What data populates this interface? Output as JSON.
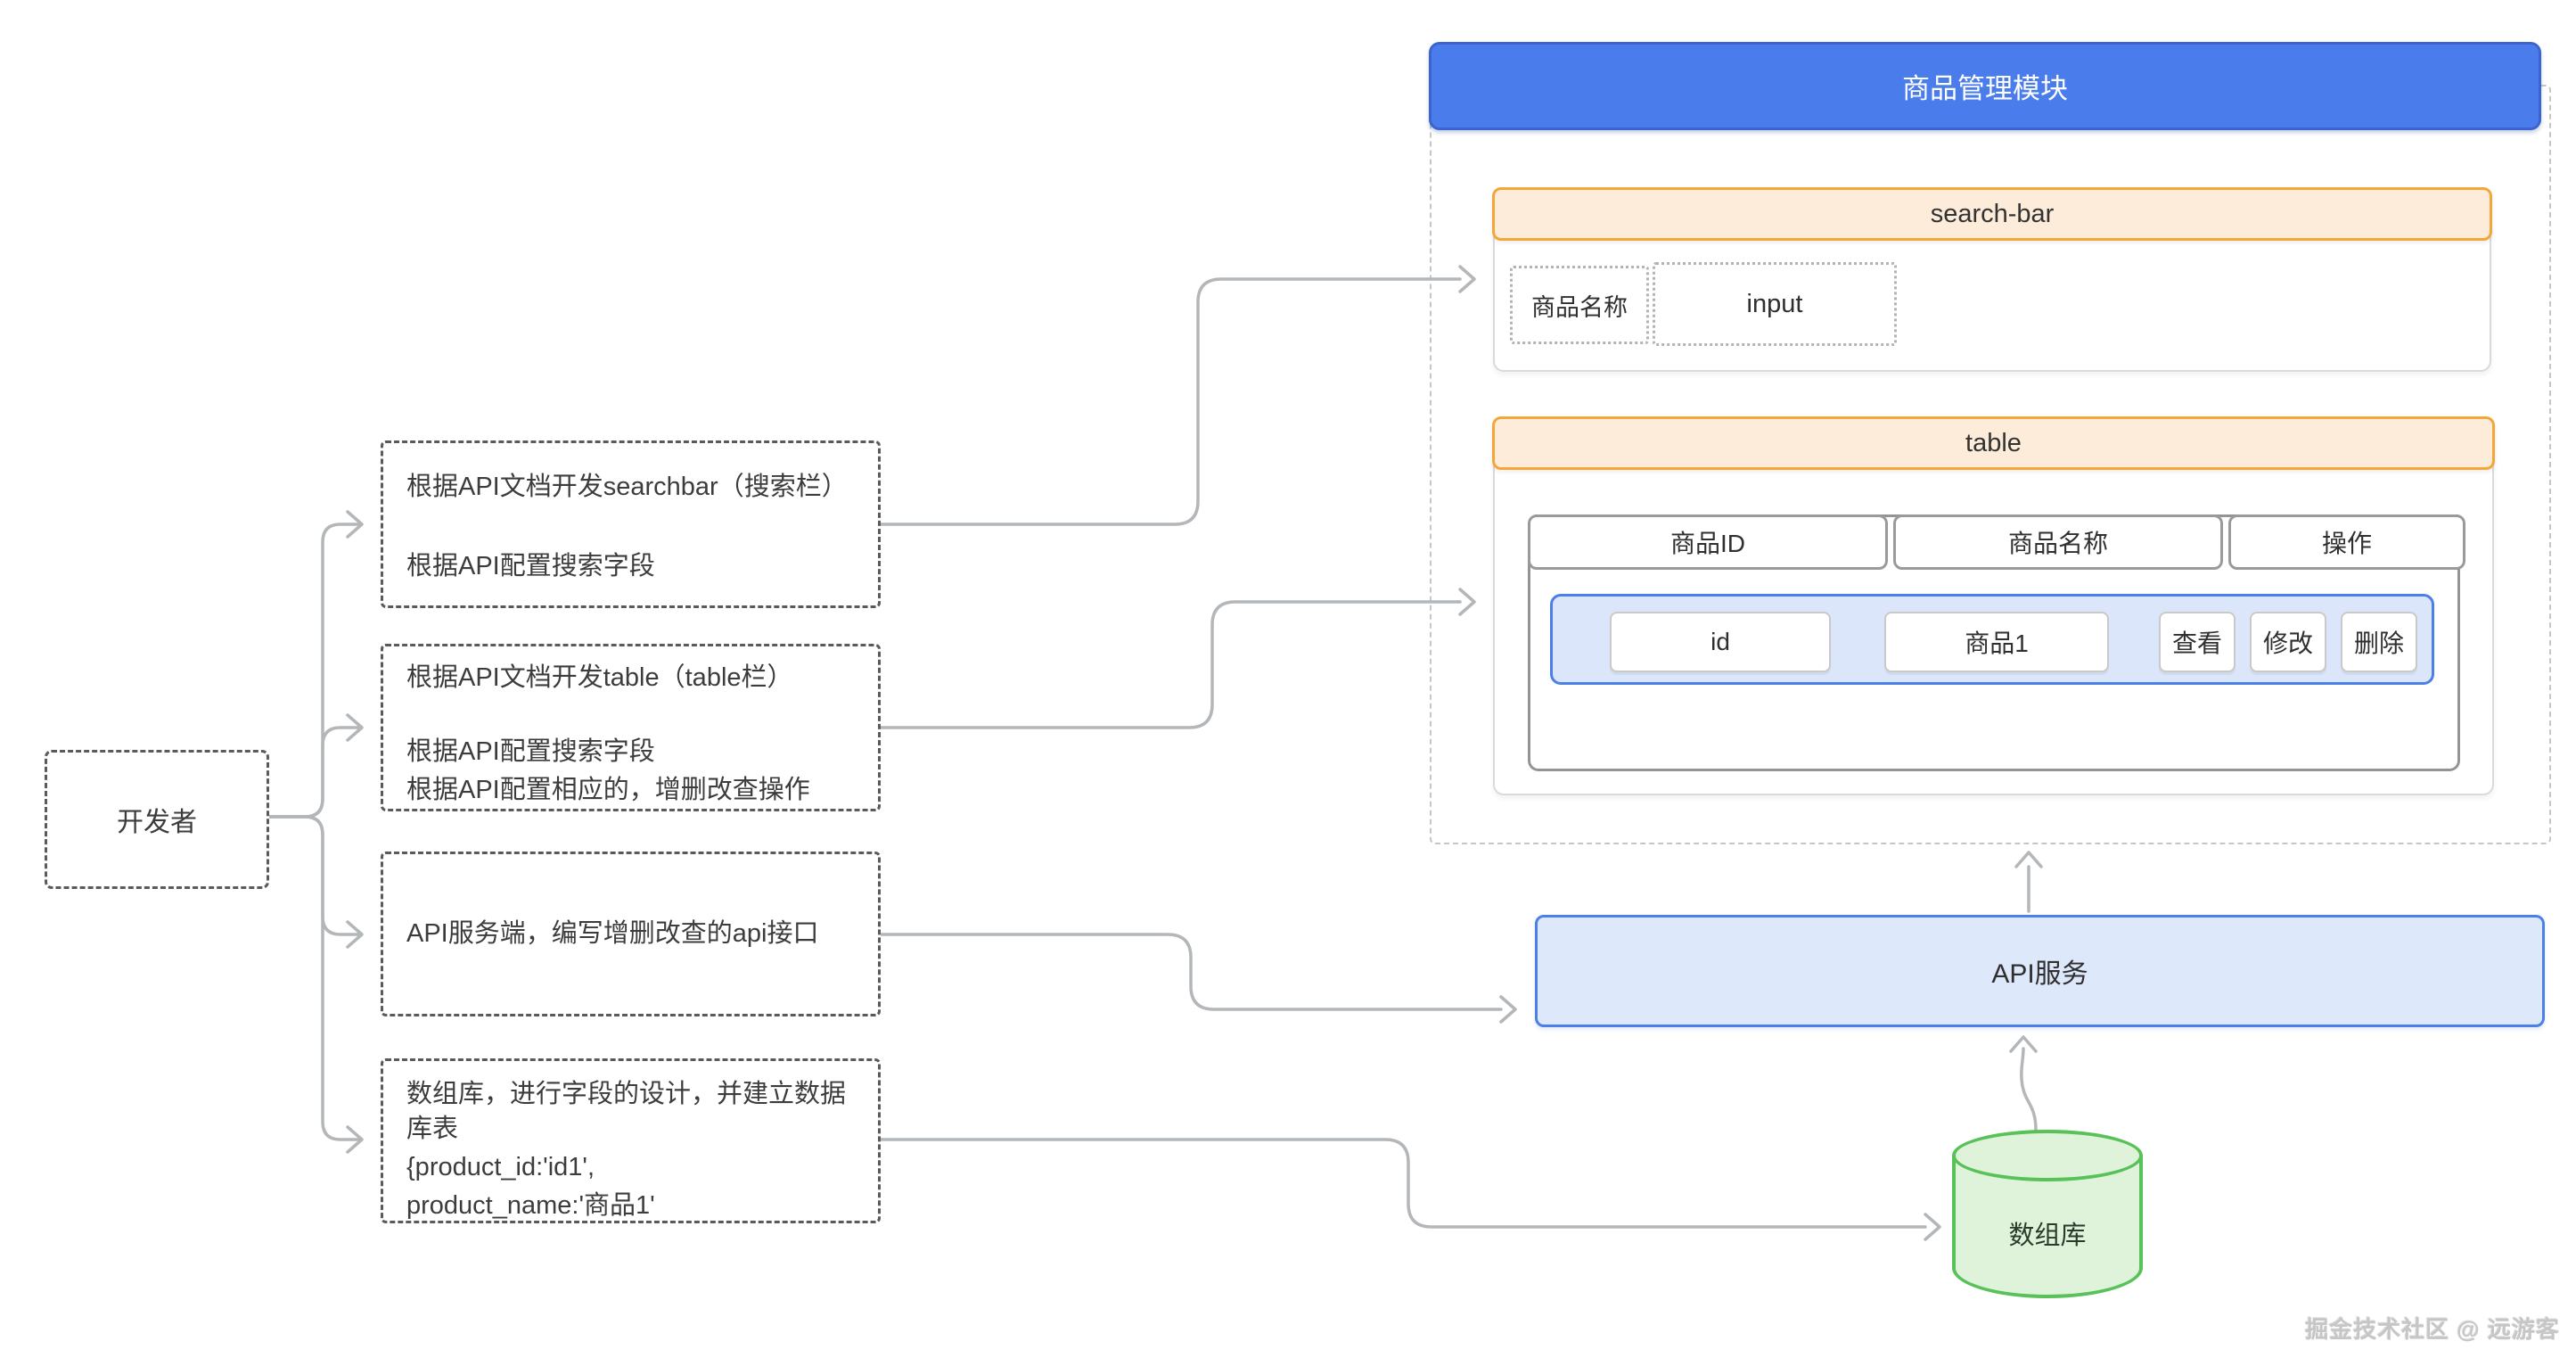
{
  "developer": {
    "label": "开发者"
  },
  "tasks": [
    {
      "lines": [
        "根据API文档开发searchbar（搜索栏）",
        "根据API配置搜索字段"
      ]
    },
    {
      "lines": [
        "根据API文档开发table（table栏）",
        "根据API配置搜索字段",
        "根据API配置相应的，增删改查操作"
      ]
    },
    {
      "lines": [
        "API服务端，编写增删改查的api接口"
      ]
    },
    {
      "lines": [
        "数组库，进行字段的设计，并建立数据库表",
        "{product_id:'id1',",
        "product_name:'商品1'"
      ]
    }
  ],
  "module": {
    "title": "商品管理模块",
    "search_bar": {
      "title": "search-bar",
      "field_label": "商品名称",
      "input_label": "input"
    },
    "table": {
      "title": "table",
      "columns": [
        "商品ID",
        "商品名称",
        "操作"
      ],
      "row": {
        "id_value": "id",
        "name_value": "商品1",
        "actions": [
          "查看",
          "修改",
          "删除"
        ]
      }
    }
  },
  "api_service": {
    "label": "API服务"
  },
  "database": {
    "label": "数组库"
  },
  "watermark": {
    "text": "掘金技术社区 @ 远游客"
  },
  "colors": {
    "module_header_bg": "#4a7ceb",
    "module_header_border": "#3b64cf",
    "section_header_bg": "#fcecd9",
    "section_header_border": "#f4a63b",
    "row_bg": "#dce6fa",
    "row_border": "#4a80e8",
    "api_bg": "#dee8fb",
    "api_border": "#4a80e8",
    "db_bg": "#def3da",
    "db_border": "#58c158",
    "connector": "#b4b7ba",
    "dashed_border": "#5a5a5a"
  }
}
